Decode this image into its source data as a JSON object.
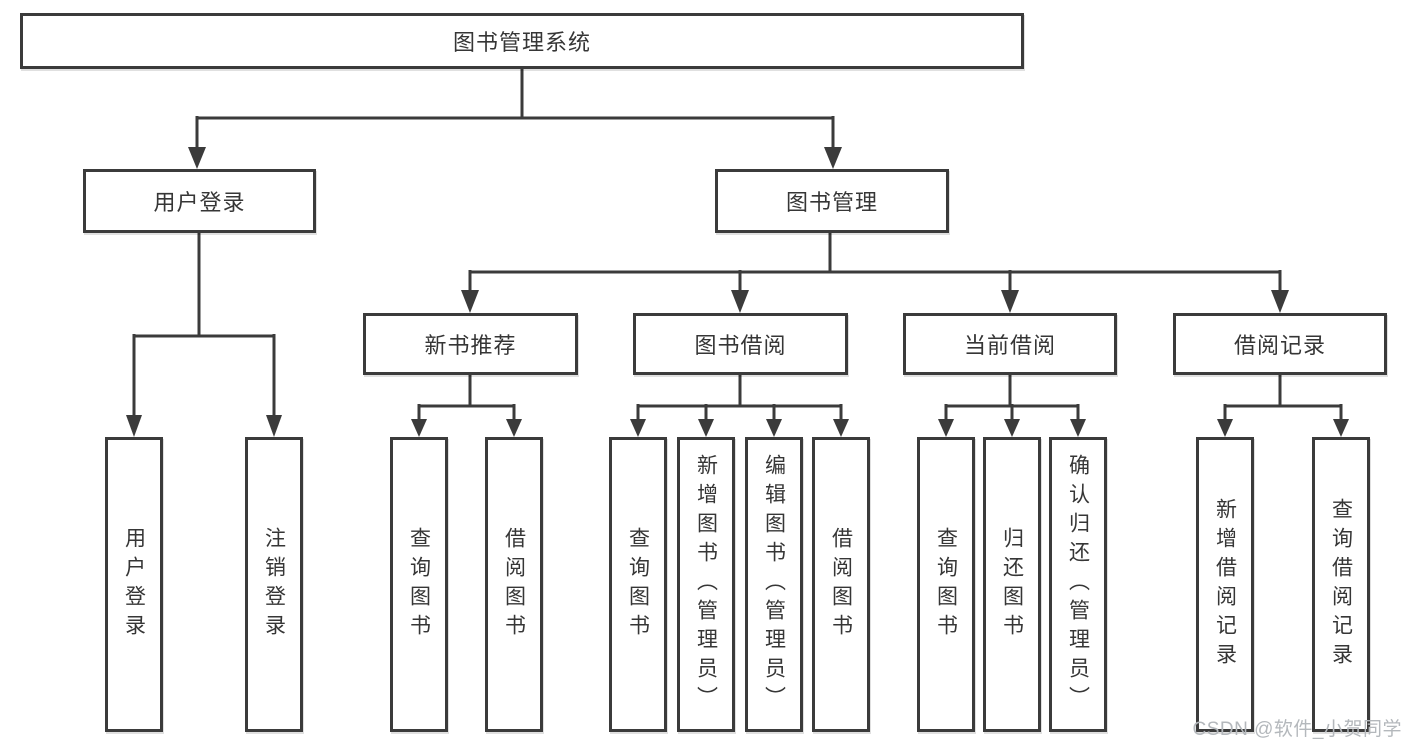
{
  "tree": {
    "root": {
      "label": "图书管理系统"
    },
    "children": [
      {
        "label": "用户登录",
        "children": [
          {
            "label": "用户登录"
          },
          {
            "label": "注销登录"
          }
        ]
      },
      {
        "label": "图书管理",
        "children": [
          {
            "label": "新书推荐",
            "children": [
              {
                "label": "查询图书"
              },
              {
                "label": "借阅图书"
              }
            ]
          },
          {
            "label": "图书借阅",
            "children": [
              {
                "label": "查询图书"
              },
              {
                "label": "新增图书（管理员）"
              },
              {
                "label": "编辑图书（管理员）"
              },
              {
                "label": "借阅图书"
              }
            ]
          },
          {
            "label": "当前借阅",
            "children": [
              {
                "label": "查询图书"
              },
              {
                "label": "归还图书"
              },
              {
                "label": "确认归还（管理员）"
              }
            ]
          },
          {
            "label": "借阅记录",
            "children": [
              {
                "label": "新增借阅记录"
              },
              {
                "label": "查询借阅记录"
              }
            ]
          }
        ]
      }
    ]
  },
  "watermark": "CSDN @软件_小贺同学",
  "colors": {
    "line": "#3b3b3b",
    "text": "#363636",
    "background": "#ffffff",
    "watermark": "#b4b8bc"
  }
}
